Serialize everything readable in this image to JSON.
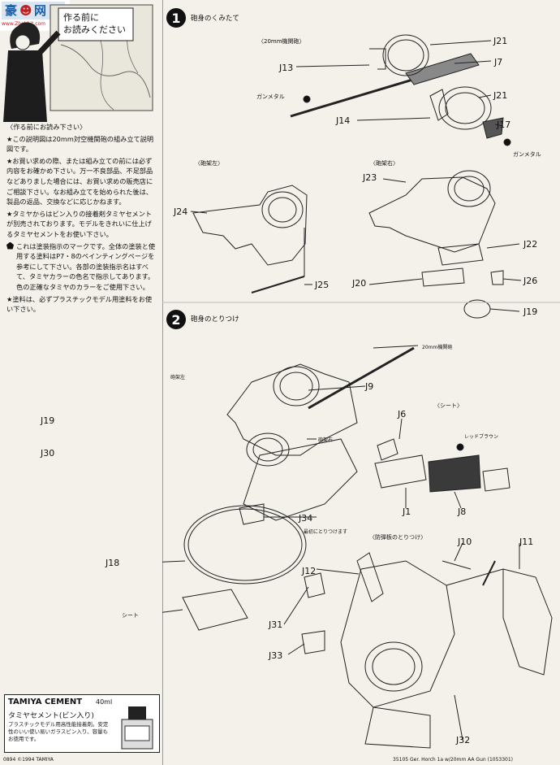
{
  "header": {
    "watermark_site": "www.Zhobbit.com",
    "read_first_box": "作る前に\nお読みください"
  },
  "notes": {
    "heading": "〈作る前にお読み下さい〉",
    "paragraphs": [
      "★この説明図は20mm対空機関砲の組み立て説明図です。",
      "★お買い求めの際、または組み立ての前には必ず内容をお確かめ下さい。万一不良部品、不足部品などありました場合には、お買い求めの販売店にご相談下さい。なお組み立てを始められた後は、製品の返品、交換などに応じかねます。",
      "★タミヤからはビン入りの接着剤タミヤセメントが別売されております。モデルをきれいに仕上げるタミヤセメントをお使い下さい。",
      "これは塗装指示のマークです。全体の塗装と使用する塗料はP7・8のペインティングページを参考にして下さい。各部の塗装指示名はすべて、タミヤカラーの色名で指示してあります。色の正確なタミヤのカラーをご使用下さい。",
      "★塗料は、必ずプラスチックモデル用塗料をお使い下さい。"
    ]
  },
  "cement": {
    "brand": "TAMIYA CEMENT",
    "volume": "40ml",
    "title_jp": "タミヤセメント(ビン入り)",
    "desc": "プラスチックモデル用高性能接着剤。安定性のいい使い易いガラスビン入り、容量もお徳用です。"
  },
  "footer": {
    "left": "0894 ©1994 TAMIYA",
    "right": "35105 Ger. Horch 1a w/20mm AA Gun (1053301)"
  },
  "step1": {
    "number": "1",
    "title": "砲身のくみたて",
    "sub_gun": "〈20mm機関砲〉",
    "gunmetal_a": "ガンメタル",
    "gunmetal_b": "ガンメタル",
    "sub_left": "〈砲架左〉",
    "sub_right": "〈砲架右〉",
    "parts": [
      "J21",
      "J13",
      "J7",
      "J21",
      "J14",
      "J17",
      "J24",
      "J25",
      "J23",
      "J22",
      "J20",
      "J26",
      "J19"
    ]
  },
  "step2": {
    "number": "2",
    "title": "砲身のとりつけ",
    "gun_label": "20mm機関砲",
    "left_mount": "砲架左",
    "right_mount": "砲架右",
    "seat_label": "〈シート〉",
    "red_brown": "レッドブラウン",
    "first_attach": "最初にとりつけます",
    "seat_jp": "シート",
    "shield_title": "〈防弾板のとりつけ〉",
    "parts": [
      "J9",
      "J19",
      "J30",
      "J34",
      "J18",
      "J6",
      "J1",
      "J8",
      "J12",
      "J10",
      "J11",
      "J31",
      "J33",
      "J32"
    ]
  },
  "colors": {
    "paper": "#f3f1ea",
    "ink": "#111111",
    "seat_fill": "#3a3a3a"
  }
}
